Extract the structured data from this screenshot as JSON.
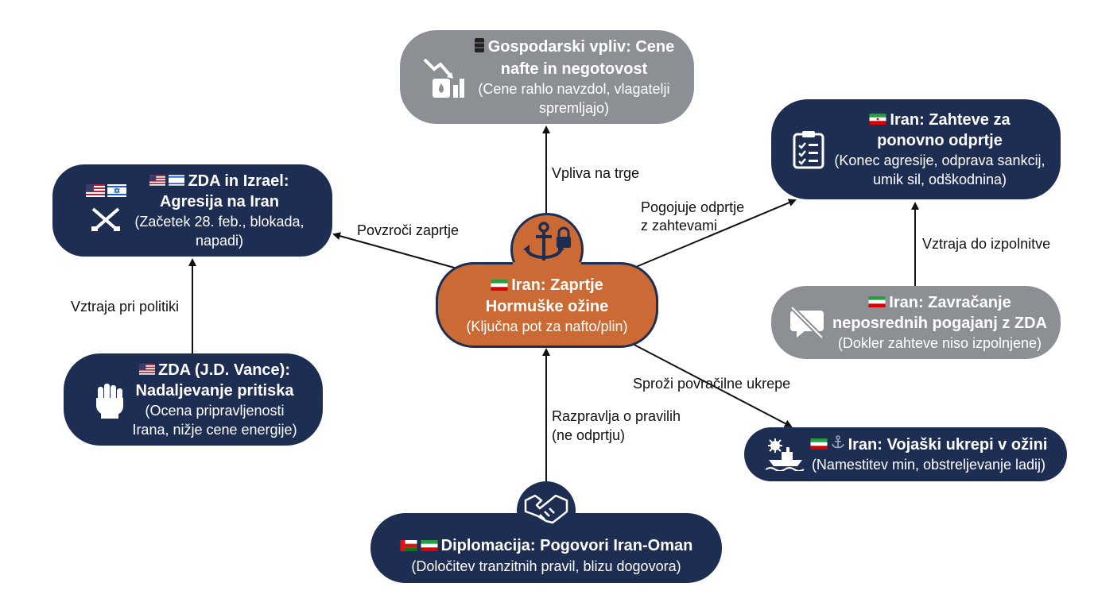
{
  "nodes": {
    "economic": {
      "title1": "Gospodarski vpliv: Cene",
      "title2": "nafte in negotovost",
      "sub1": "(Cene rahlo navzdol, vlagatelji",
      "sub2": "spremljajo)"
    },
    "usa_israel": {
      "title1": "ZDA in Izrael:",
      "title2": "Agresija na Iran",
      "sub1": "(Začetek 28. feb., blokada,",
      "sub2": "napadi)"
    },
    "iran_demands": {
      "title1": "Iran: Zahteve za",
      "title2": "ponovno odprtje",
      "sub1": "(Konec agresije, odprava sankcij,",
      "sub2": "umik sil, odškodnina)"
    },
    "center": {
      "title1": "Iran: Zaprtje",
      "title2": "Hormuške ožine",
      "sub1": "(Ključna pot za nafto/plin)"
    },
    "iran_refusal": {
      "title1": "Iran: Zavračanje",
      "title2": "neposrednih pogajanj z ZDA",
      "sub1": "(Dokler zahteve niso izpolnjene)"
    },
    "usa_vance": {
      "title1": "ZDA (J.D. Vance):",
      "title2": "Nadaljevanje pritiska",
      "sub1": "(Ocena pripravljenosti",
      "sub2": "Irana, nižje cene energije)"
    },
    "iran_military": {
      "title1": "Iran: Vojaški ukrepi v ožini",
      "sub1": "(Namestitev min, obstreljevanje ladij)"
    },
    "diplomacy": {
      "title1": "Diplomacija: Pogovori Iran-Oman",
      "sub1": "(Določitev tranzitnih pravil, blizu dogovora)"
    }
  },
  "edges": {
    "markets": "Vpliva na trge",
    "closure_cause": "Povzroči zaprtje",
    "conditions1": "Pogojuje odprtje",
    "conditions2": "z zahtevami",
    "persist_policy": "Vztraja pri politiki",
    "persist_until": "Vztraja do izpolnitve",
    "retaliation": "Sproži povračilne ukrepe",
    "rules1": "Razpravlja o pravilih",
    "rules2": "(ne odprtju)"
  },
  "colors": {
    "dark": "#1e2d52",
    "gray": "#8c9094",
    "orange": "#cc6a35"
  },
  "icons": [
    "oil-barrel-icon",
    "falling-chart-icon",
    "usa-flag-icon",
    "israel-flag-icon",
    "crossed-rifles-icon",
    "iran-flag-icon",
    "clipboard-checklist-icon",
    "anchor-lock-icon",
    "no-chat-icon",
    "fist-icon",
    "mine-ship-icon",
    "anchor-icon",
    "handshake-icon",
    "oman-flag-icon"
  ]
}
